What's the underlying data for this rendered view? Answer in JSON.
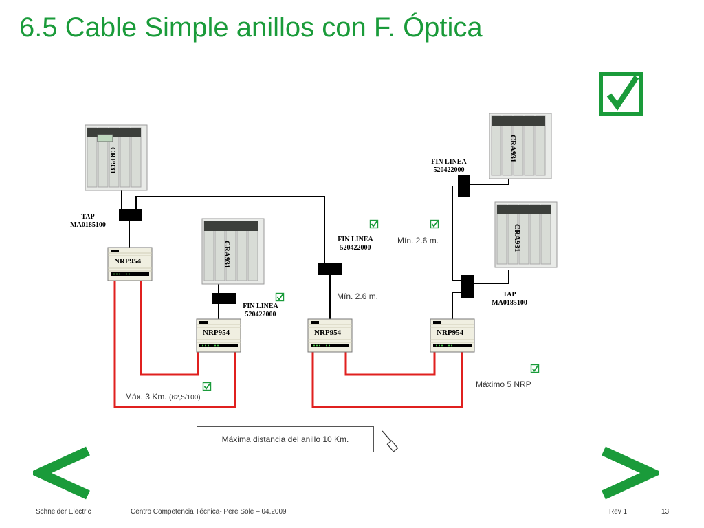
{
  "title": "6.5 Cable Simple anillos con F. Óptica",
  "racks": {
    "crp": "CRP931",
    "cra_mid": "CRA931",
    "cra_top": "CRA931",
    "cra_right": "CRA931"
  },
  "nrp_label": "NRP954",
  "tap_left": {
    "line1": "TAP",
    "line2": "MA0185100"
  },
  "tap_right": {
    "line1": "TAP",
    "line2": "MA0185100"
  },
  "fin_mid": {
    "line1": "FIN LINEA",
    "line2": "520422000"
  },
  "fin_center": {
    "line1": "FIN LINEA",
    "line2": "520422000"
  },
  "fin_top": {
    "line1": "FIN LINEA",
    "line2": "520422000"
  },
  "min_center": "Mín. 2.6 m.",
  "min_right": "Mín. 2.6 m.",
  "max_distance_main": "Máx. 3 Km.",
  "max_distance_sub": "(62,5/100)",
  "max_nrp": "Máximo 5 NRP",
  "ring_note": "Máxima distancia del anillo 10 Km.",
  "footer": {
    "company": "Schneider Electric",
    "center": "Centro Competencia Técnica- Pere Sole – 04.2009",
    "rev": "Rev 1",
    "page": "13"
  },
  "colors": {
    "accent": "#1a9b3a",
    "fiber": "#e0201f",
    "cable": "#000000"
  }
}
